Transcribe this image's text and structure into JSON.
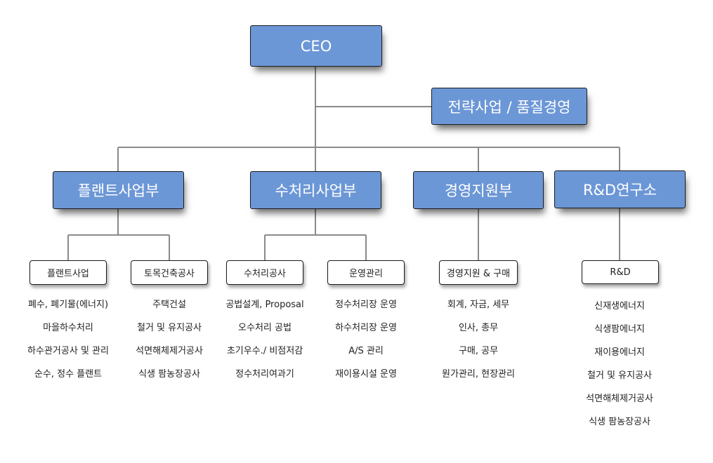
{
  "colors": {
    "box_fill": "#6c97d6",
    "line": "#8a8a8a"
  },
  "ceo": {
    "label": "CEO"
  },
  "staff": {
    "label": "전략사업 / 품질경영"
  },
  "divisions": [
    {
      "label": "플랜트사업부",
      "units": [
        {
          "label": "플랜트사업",
          "items": [
            "폐수, 폐기물(에너지)",
            "마을하수처리",
            "하수관거공사 및 관리",
            "순수, 정수 플랜트"
          ]
        },
        {
          "label": "토목건축공사",
          "items": [
            "주택건설",
            "철거 및 유지공사",
            "석면해체제거공사",
            "식생 팜농장공사"
          ]
        }
      ]
    },
    {
      "label": "수처리사업부",
      "units": [
        {
          "label": "수처리공사",
          "items": [
            "공법설계, Proposal",
            "오수처리 공법",
            "초기우수./ 비점저감",
            "정수처리여과기"
          ]
        },
        {
          "label": "운영관리",
          "items": [
            "정수처리장 운영",
            "하수처리장 운영",
            "A/S 관리",
            "재이용시설 운영"
          ]
        }
      ]
    },
    {
      "label": "경영지원부",
      "units": [
        {
          "label": "경영지원 & 구매",
          "items": [
            "회계, 자금, 세무",
            "인사, 총무",
            "구매, 공무",
            "원가관리, 현장관리"
          ]
        }
      ]
    },
    {
      "label": "R&D연구소",
      "units": [
        {
          "label": "R&D",
          "items": [
            "신재생에너지",
            "식생팜에너지",
            "재이용에너지",
            "철거 및 유지공사",
            "석면해체제거공사",
            "식생 팜농장공사"
          ]
        }
      ]
    }
  ]
}
